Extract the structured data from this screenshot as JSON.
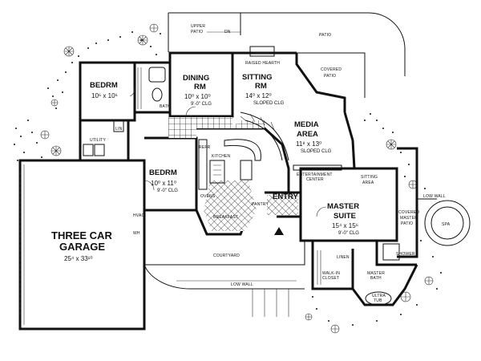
{
  "plan": {
    "rooms": {
      "bedroom_left": {
        "name": "BEDRM",
        "dims": "10⁶ x 10⁶"
      },
      "dining": {
        "name": "DINING",
        "name2": "RM",
        "dims": "10⁰ x 10⁰",
        "note": "9'-0\" CLG"
      },
      "sitting": {
        "name": "SITTING",
        "name2": "RM",
        "dims": "14⁰ x 12⁰",
        "note": "SLOPED CLG"
      },
      "media": {
        "name": "MEDIA",
        "name2": "AREA",
        "dims": "11⁸ x 13⁰",
        "note": "SLOPED CLG"
      },
      "bedroom_center": {
        "name": "BEDRM",
        "dims": "10⁰ x 11⁰",
        "note": "9'-0\" CLG"
      },
      "master": {
        "name": "MASTER",
        "name2": "SUITE",
        "dims": "15⁴ x 15⁶",
        "note": "9'-0\" CLG"
      },
      "garage": {
        "name": "THREE CAR",
        "name2": "GARAGE",
        "dims": "25⁴ x 33¹⁰"
      }
    },
    "labels": {
      "upper_patio": "UPPER",
      "upper_patio2": "PATIO",
      "patio": "PATIO",
      "raised_hearth": "RAISED HEARTH",
      "covered_patio": "COVERED",
      "covered_patio2": "PATIO",
      "entertainment": "ENTERTAINMENT",
      "entertainment2": "CENTER",
      "sitting_area": "SITTING",
      "sitting_area2": "AREA",
      "entry": "ENTRY",
      "kitchen": "KITCHEN",
      "breakfast": "BREAKFAST",
      "pantry": "PANTRY",
      "utility": "UTILITY",
      "bath": "BATH",
      "lin": "LIN",
      "ovens": "OVENS",
      "refr": "REFR",
      "courtyard": "COURTYARD",
      "low_wall": "LOW WALL",
      "low_wall2": "LOW WALL",
      "covered_master_patio": "COVERED",
      "covered_master_patio2": "MASTER",
      "covered_master_patio3": "PATIO",
      "spa": "SPA",
      "shower": "SHOWER",
      "linen": "LINEN",
      "walk_in_closet": "WALK-IN",
      "walk_in_closet2": "CLOSET",
      "master_bath": "MASTER",
      "master_bath2": "BATH",
      "ultra_tub": "ULTRA",
      "ultra_tub2": "TUB",
      "hvac": "HVAC",
      "dn": "DN",
      "wh": "WH"
    }
  }
}
